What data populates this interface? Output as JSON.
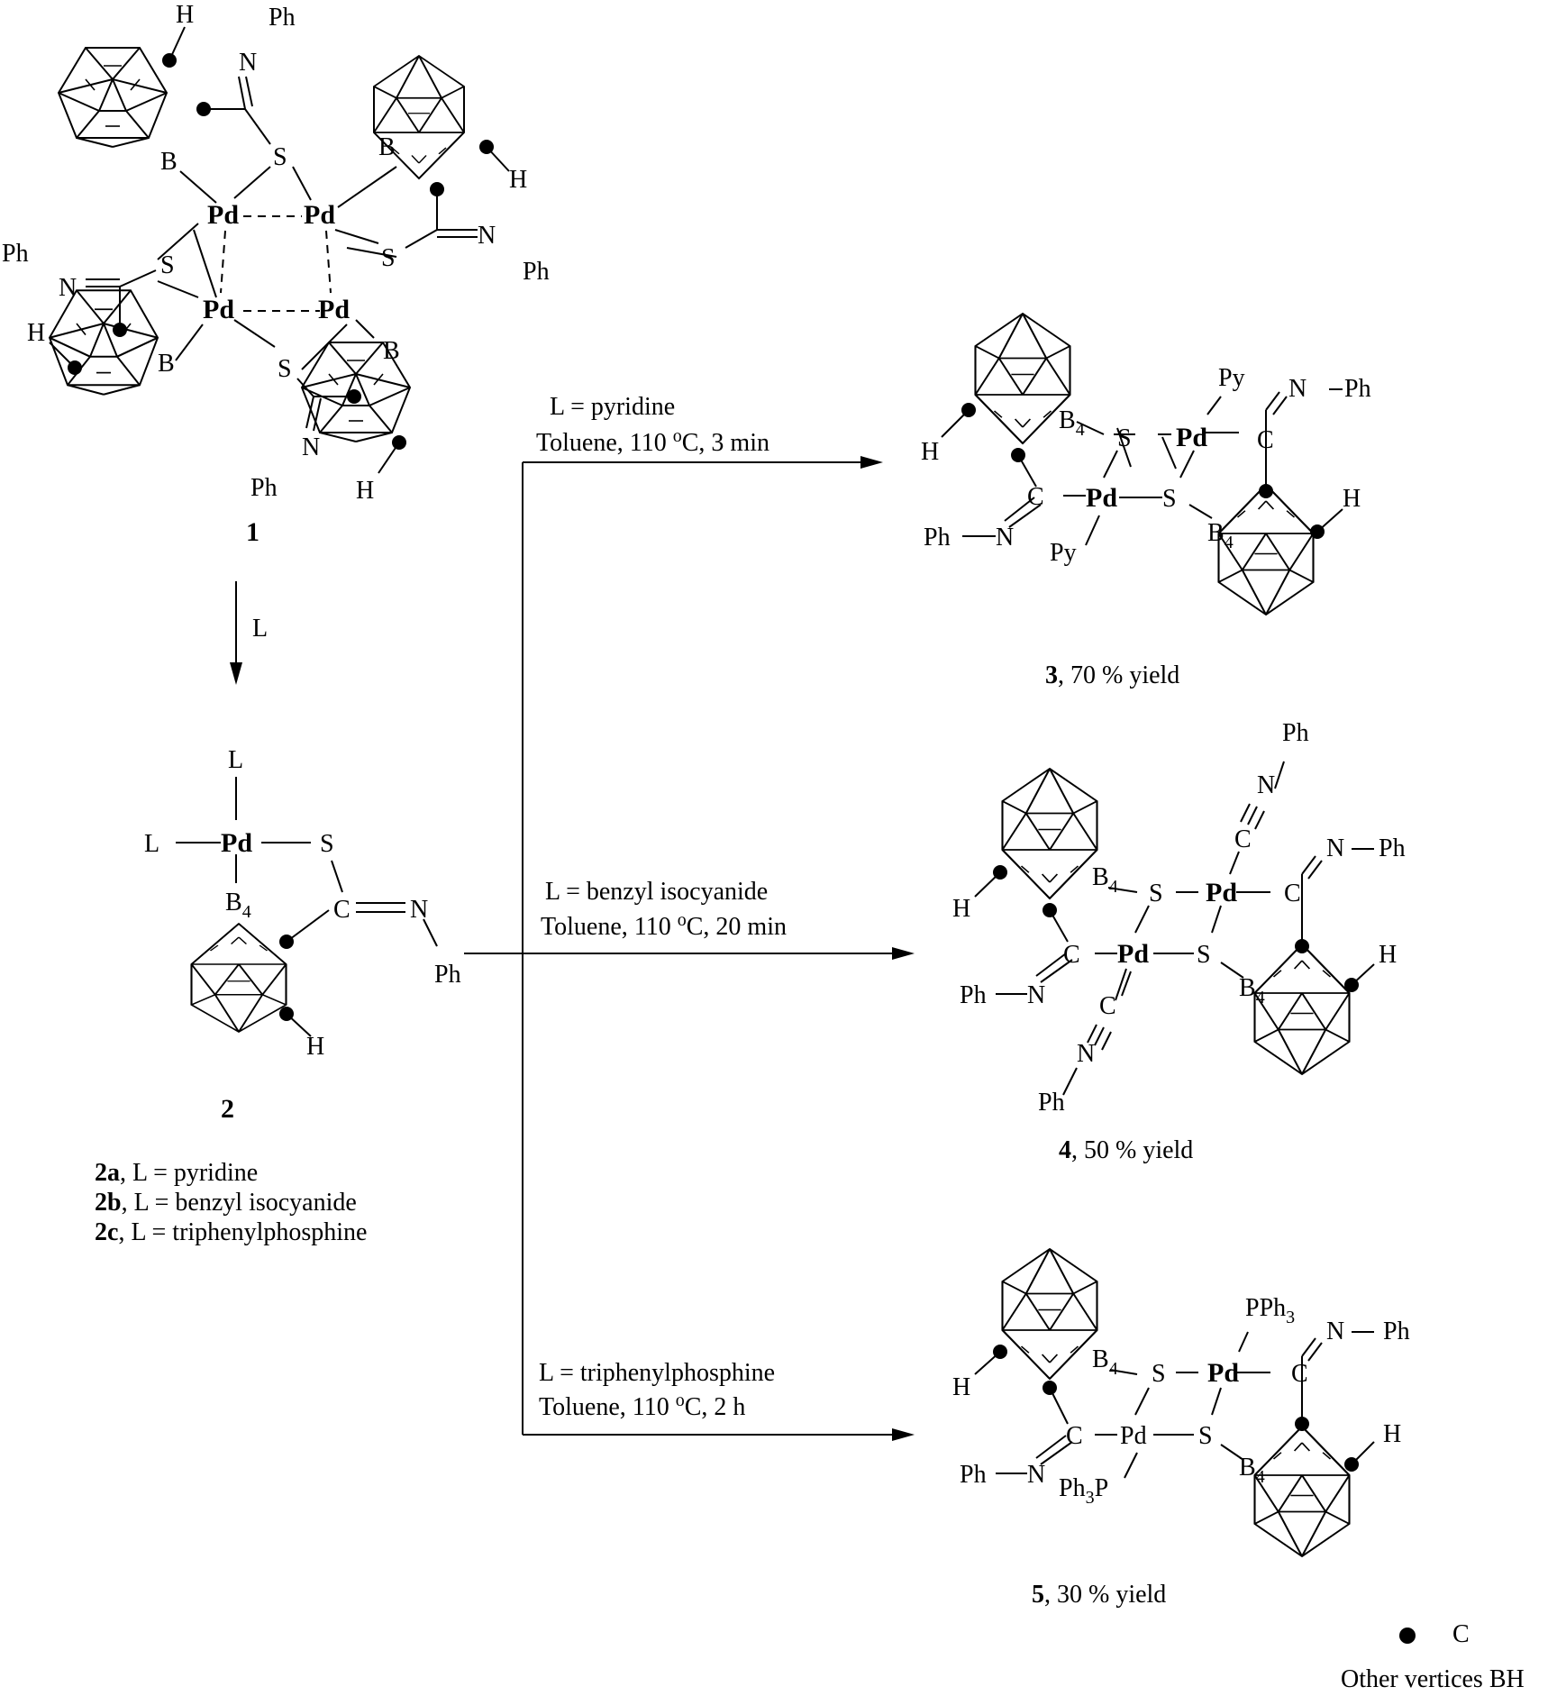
{
  "compound1": {
    "number": "1",
    "atoms": {
      "pd": "Pd",
      "s": "S",
      "b": "B",
      "n": "N",
      "h": "H",
      "ph": "Ph"
    }
  },
  "step_down": {
    "reagent": "L"
  },
  "compound2": {
    "number": "2",
    "ligand": "L",
    "atoms": {
      "pd": "Pd",
      "s": "S",
      "c": "C",
      "n": "N",
      "b": "B",
      "b_sub": "4",
      "ph": "Ph",
      "h": "H"
    },
    "variants": [
      {
        "id": "2a",
        "text": ",  L = pyridine"
      },
      {
        "id": "2b",
        "text": ",  L = benzyl isocyanide"
      },
      {
        "id": "2c",
        "text": ",  L = triphenylphosphine"
      }
    ]
  },
  "reactions": [
    {
      "reagent": "L = pyridine",
      "conditions_pre": "Toluene, 110 ",
      "conditions_sup": "o",
      "conditions_post": "C, 3 min"
    },
    {
      "reagent": "L = benzyl isocyanide",
      "conditions_pre": "Toluene, 110 ",
      "conditions_sup": "o",
      "conditions_post": "C, 20 min"
    },
    {
      "reagent": "L = triphenylphosphine",
      "conditions_pre": "Toluene, 110 ",
      "conditions_sup": "o",
      "conditions_post": "C, 2 h"
    }
  ],
  "compound3": {
    "number": "3",
    "yield": ", 70 % yield",
    "ligand": "Py"
  },
  "compound4": {
    "number": "4",
    "yield": ", 50 % yield",
    "c": "C",
    "n": "N"
  },
  "compound5": {
    "number": "5",
    "yield": ", 30 % yield",
    "ligand_top": "PPh",
    "ligand_top_sub": "3",
    "ligand_bot_a": "Ph",
    "ligand_bot_sub": "3",
    "ligand_bot_b": "P"
  },
  "legend": {
    "c_label": "C",
    "other_label": "Other vertices  BH"
  }
}
